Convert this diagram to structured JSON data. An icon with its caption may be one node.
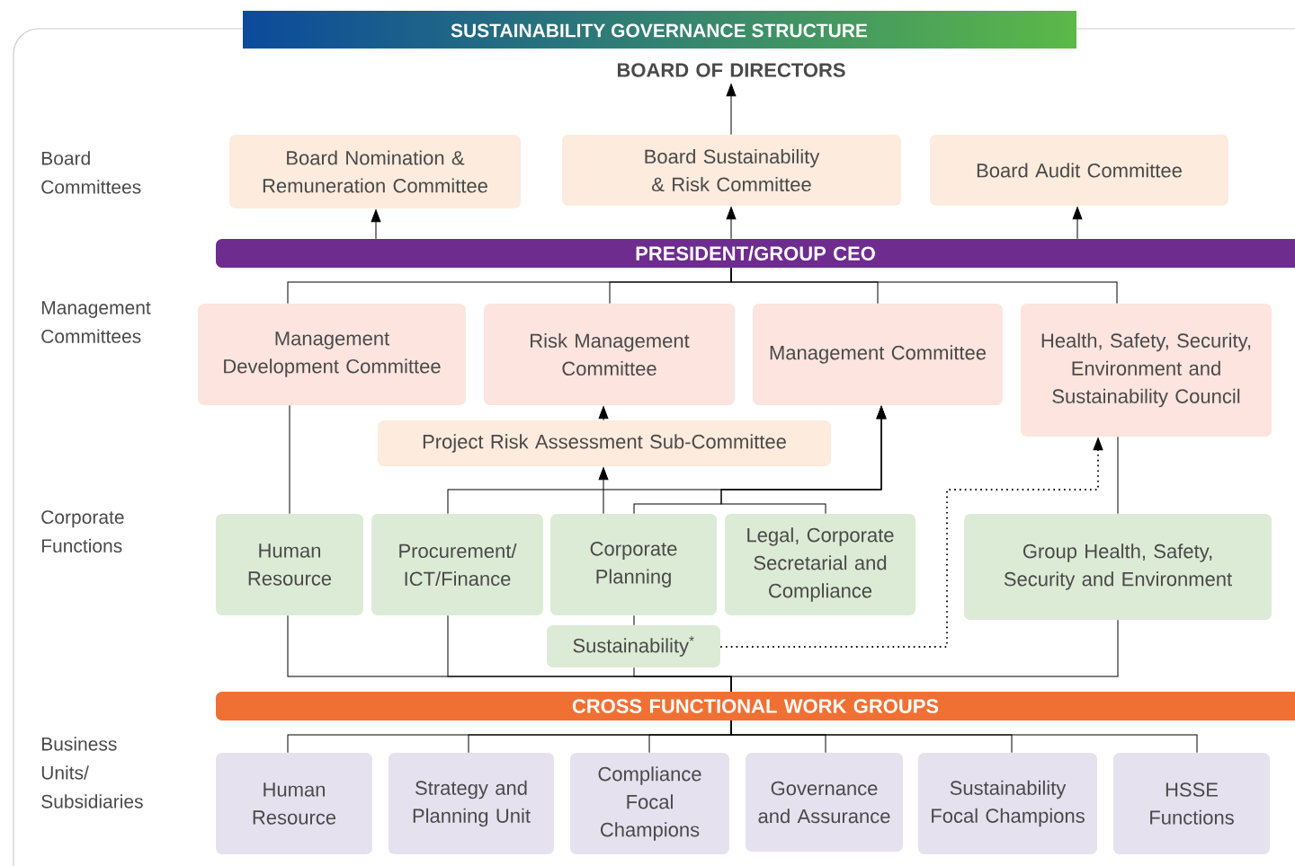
{
  "diagram": {
    "title": "SUSTAINABILITY GOVERNANCE STRUCTURE",
    "nodes": [
      {
        "text": [
          "BOARD OF DIRECTORS"
        ]
      },
      {
        "text": [
          "Board Nomination & Remuneration Committee"
        ]
      },
      {
        "text": [
          "Board Sustainability & Risk Committee"
        ]
      },
      {
        "text": [
          "Board Audit Committee"
        ]
      },
      {
        "text": [
          "PRESIDENT/GROUP CEO"
        ]
      },
      {
        "text": [
          "Management Development Committee"
        ]
      },
      {
        "text": [
          "Risk Management Committee"
        ]
      },
      {
        "text": [
          "Management Committee"
        ]
      },
      {
        "text": [
          "Health, Safety, Security, Environment and Sustainability Council"
        ]
      },
      {
        "text": [
          "Project Risk Assessment Sub-Committee"
        ]
      },
      {
        "text": [
          "Human Resource"
        ]
      },
      {
        "text": [
          "Procurement/ ICT/Finance"
        ]
      },
      {
        "text": [
          "Corporate Planning"
        ]
      },
      {
        "text": [
          "Legal, Corporate Secretarial and Compliance"
        ]
      },
      {
        "text": [
          "Group Health, Safety, Security and Environment"
        ]
      },
      {
        "text": [
          "Sustainability$^{*}$"
        ]
      },
      {
        "text": [
          "CROSS FUNCTIONAL WORK GROUPS"
        ]
      },
      {
        "text": [
          "Human Resource"
        ]
      },
      {
        "text": [
          "Strategy and Planning Unit"
        ]
      },
      {
        "text": [
          "Compliance Focal Champions"
        ]
      },
      {
        "text": [
          "Governance and Assurance"
        ]
      },
      {
        "text": [
          "Sustainability Focal Champions"
        ]
      },
      {
        "text": [
          "HSSE Functions"
        ]
      }
    ],
    "edges": [
      {
        "from": 4,
        "to": 1,
        "arrow": "to"
      },
      {
        "from": 4,
        "to": 2,
        "arrow": "to"
      },
      {
        "from": 4,
        "to": 3,
        "arrow": "to"
      },
      {
        "from": 2,
        "to": 0,
        "arrow": "to"
      },
      {
        "from": 4,
        "to": 5,
        "arrow": "none"
      },
      {
        "from": 4,
        "to": 6,
        "arrow": "none"
      },
      {
        "from": 4,
        "to": 7,
        "arrow": "none"
      },
      {
        "from": 4,
        "to": 8,
        "arrow": "none"
      },
      {
        "from": 5,
        "to": 10,
        "arrow": "none"
      },
      {
        "from": 9,
        "to": 6,
        "arrow": "to"
      },
      {
        "from": 12,
        "to": 9,
        "arrow": "to"
      },
      {
        "from": 11,
        "to": 7,
        "arrow": "to"
      },
      {
        "from": 12,
        "to": 7,
        "arrow": "to"
      },
      {
        "from": 13,
        "to": 7,
        "arrow": "to"
      },
      {
        "from": 8,
        "to": 14,
        "arrow": "none"
      },
      {
        "from": 15,
        "to": 8,
        "arrow": "to",
        "style": "dashed"
      },
      {
        "from": 12,
        "to": 15,
        "arrow": "none"
      },
      {
        "from": 10,
        "to": 16,
        "arrow": "none"
      },
      {
        "from": 11,
        "to": 16,
        "arrow": "none"
      },
      {
        "from": 15,
        "to": 16,
        "arrow": "none"
      },
      {
        "from": 14,
        "to": 16,
        "arrow": "none"
      },
      {
        "from": 16,
        "to": 17,
        "arrow": "none"
      },
      {
        "from": 16,
        "to": 18,
        "arrow": "none"
      },
      {
        "from": 16,
        "to": 19,
        "arrow": "none"
      },
      {
        "from": 16,
        "to": 20,
        "arrow": "none"
      },
      {
        "from": 16,
        "to": 21,
        "arrow": "none"
      },
      {
        "from": 16,
        "to": 22,
        "arrow": "none"
      }
    ],
    "labels": [
      "Board Committees",
      "Management Committees",
      "Corporate Functions",
      "Business Units/ Subsidiaries"
    ]
  }
}
